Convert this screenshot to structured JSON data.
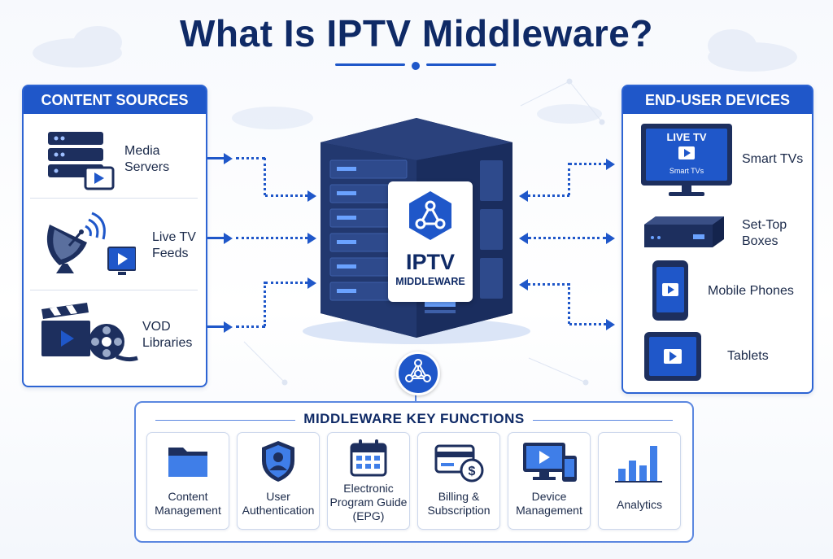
{
  "title": "What Is IPTV Middleware?",
  "content_sources": {
    "heading": "CONTENT SOURCES",
    "items": [
      {
        "line1": "Media",
        "line2": "Servers",
        "icon": "server-rack-icon"
      },
      {
        "line1": "Live TV",
        "line2": "Feeds",
        "icon": "satellite-dish-icon"
      },
      {
        "line1": "VOD",
        "line2": "Libraries",
        "icon": "clapperboard-film-reel-icon"
      }
    ]
  },
  "middleware": {
    "line1": "IPTV",
    "line2": "MIDDLEWARE",
    "icon": "network-nodes-icon"
  },
  "end_user_devices": {
    "heading": "END-USER DEVICES",
    "tv_screen_title": "LIVE TV",
    "tv_screen_caption": "Smart TVs",
    "items": [
      {
        "line1": "Smart TVs",
        "line2": "",
        "icon": "smart-tv-icon"
      },
      {
        "line1": "Set-Top",
        "line2": "Boxes",
        "icon": "set-top-box-icon"
      },
      {
        "line1": "Mobile Phones",
        "line2": "",
        "icon": "mobile-phone-icon"
      },
      {
        "line1": "Tablets",
        "line2": "",
        "icon": "tablet-icon"
      }
    ]
  },
  "key_functions": {
    "heading": "MIDDLEWARE KEY FUNCTIONS",
    "items": [
      {
        "lines": [
          "Content",
          "Management"
        ],
        "icon": "folder-icon"
      },
      {
        "lines": [
          "User",
          "Authentication"
        ],
        "icon": "shield-user-icon"
      },
      {
        "lines": [
          "Electronic",
          "Program Guide",
          "(EPG)"
        ],
        "icon": "calendar-icon"
      },
      {
        "lines": [
          "Billing &",
          "Subscription"
        ],
        "icon": "credit-card-dollar-icon"
      },
      {
        "lines": [
          "Device",
          "Management"
        ],
        "icon": "devices-icon"
      },
      {
        "lines": [
          "Analytics"
        ],
        "icon": "bar-chart-icon"
      }
    ]
  },
  "colors": {
    "brand_blue": "#1f57c9",
    "navy": "#0f2a66",
    "server_dark": "#1d2f5e"
  }
}
